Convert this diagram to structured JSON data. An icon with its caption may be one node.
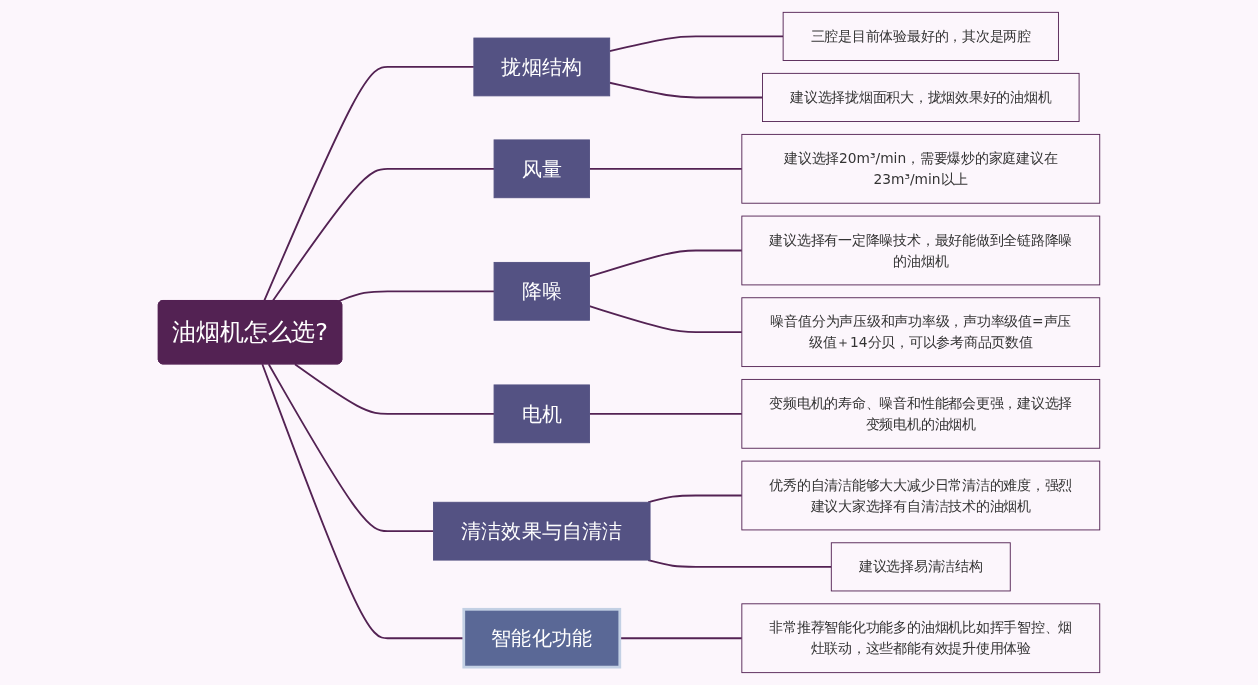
{
  "diagram": {
    "nodes": [
      {
        "text": [
          "油烟机怎么选?"
        ]
      },
      {
        "text": [
          "拢烟结构"
        ]
      },
      {
        "text": [
          "三腔是目前体验最好的，其次是两腔"
        ]
      },
      {
        "text": [
          "建议选择拢烟面积大，拢烟效果好的油烟机"
        ]
      },
      {
        "text": [
          "风量"
        ]
      },
      {
        "text": [
          "建议选择20m³/min，需要爆炒的家庭建议在23m³/min以上"
        ]
      },
      {
        "text": [
          "降噪"
        ]
      },
      {
        "text": [
          "建议选择有一定降噪技术，最好能做到全链路降噪的油烟机"
        ]
      },
      {
        "text": [
          "噪音值分为声压级和声功率级，声功率级值=声压级值＋14分贝，可以参考商品页数值"
        ]
      },
      {
        "text": [
          "电机"
        ]
      },
      {
        "text": [
          "变频电机的寿命、噪音和性能都会更强，建议选择变频电机的油烟机"
        ]
      },
      {
        "text": [
          "清洁效果与自清洁"
        ]
      },
      {
        "text": [
          "优秀的自清洁能够大大减少日常清洁的难度，强烈建议大家选择有自清洁技术的油烟机"
        ]
      },
      {
        "text": [
          "建议选择易清洁结构"
        ]
      },
      {
        "text": [
          "智能化功能"
        ]
      },
      {
        "text": [
          "非常推荐智能化功能多的油烟机比如挥手智控、烟灶联动，这些都能有效提升使用体验"
        ]
      }
    ],
    "edges": [
      {
        "from": 0,
        "to": 1,
        "arrow": "none"
      },
      {
        "from": 1,
        "to": 2,
        "arrow": "none"
      },
      {
        "from": 1,
        "to": 3,
        "arrow": "none"
      },
      {
        "from": 0,
        "to": 4,
        "arrow": "none"
      },
      {
        "from": 4,
        "to": 5,
        "arrow": "none"
      },
      {
        "from": 0,
        "to": 6,
        "arrow": "none"
      },
      {
        "from": 6,
        "to": 7,
        "arrow": "none"
      },
      {
        "from": 6,
        "to": 8,
        "arrow": "none"
      },
      {
        "from": 0,
        "to": 9,
        "arrow": "none"
      },
      {
        "from": 9,
        "to": 10,
        "arrow": "none"
      },
      {
        "from": 0,
        "to": 11,
        "arrow": "none"
      },
      {
        "from": 11,
        "to": 12,
        "arrow": "none"
      },
      {
        "from": 11,
        "to": 13,
        "arrow": "none"
      },
      {
        "from": 0,
        "to": 14,
        "arrow": "none"
      },
      {
        "from": 14,
        "to": 15,
        "arrow": "none"
      }
    ]
  }
}
